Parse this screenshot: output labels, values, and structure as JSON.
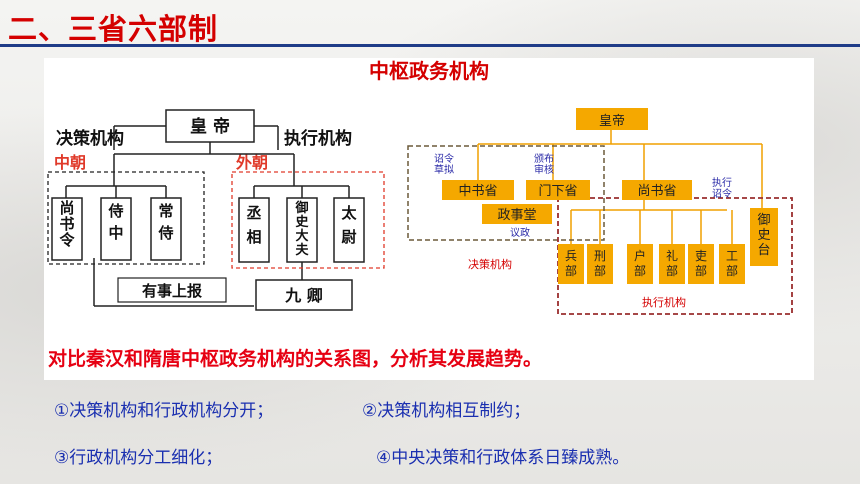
{
  "slide": {
    "title": "二、三省六部制",
    "question": "对比秦汉和隋唐中枢政务机构的关系图，分析其发展趋势。",
    "answers": [
      "①决策机构和行政机构分开；",
      "②决策机构相互制约；",
      "③行政机构分工细化；",
      "④中央决策和行政体系日臻成熟。"
    ]
  },
  "diagram": {
    "heading": "中枢政务机构",
    "qinhan": {
      "emperor": "皇 帝",
      "decision_label": "决策机构",
      "execution_label": "执行机构",
      "inner_court": "中朝",
      "outer_court": "外朝",
      "inner_officials": [
        "尚\n书\n令",
        "侍\n中",
        "常\n侍"
      ],
      "outer_officials": [
        "丞\n相",
        "御\n史\n大\n夫",
        "太\n尉"
      ],
      "report_note": "有事上报",
      "nine_ministers": "九 卿"
    },
    "suitang": {
      "emperor": "皇帝",
      "zhongshu": "中书省",
      "menxia": "门下省",
      "shangshu": "尚书省",
      "zhengshitang": "政事堂",
      "note_zhongshu": "诏令\n草拟",
      "note_menxia": "颁布\n审核",
      "note_shangshu": "执行\n诏令",
      "note_yizheng": "议政",
      "decision_label": "决策机构",
      "execution_label": "执行机构",
      "yushitai": "御\n史\n台",
      "six_ministries": [
        "兵\n部",
        "刑\n部",
        "户\n部",
        "礼\n部",
        "吏\n部",
        "工\n部"
      ]
    }
  }
}
